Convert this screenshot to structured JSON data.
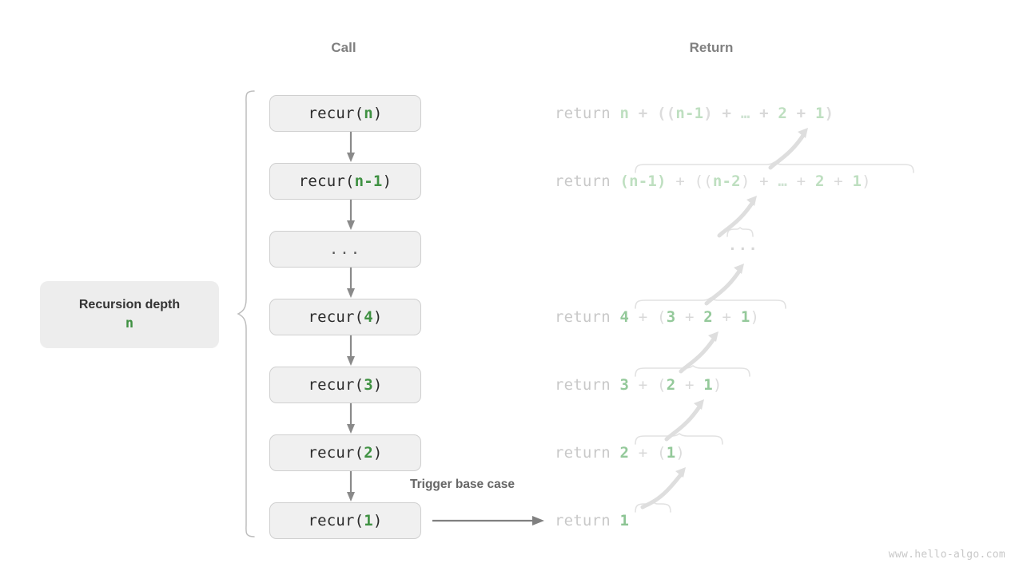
{
  "headers": {
    "call": "Call",
    "return": "Return"
  },
  "call_stack": [
    {
      "name": "recur",
      "arg": "n",
      "label": "recur(n)"
    },
    {
      "name": "recur",
      "arg": "n-1",
      "label": "recur(n-1)"
    },
    {
      "name": "ellipsis",
      "arg": "",
      "label": "..."
    },
    {
      "name": "recur",
      "arg": "4",
      "label": "recur(4)"
    },
    {
      "name": "recur",
      "arg": "3",
      "label": "recur(3)"
    },
    {
      "name": "recur",
      "arg": "2",
      "label": "recur(2)"
    },
    {
      "name": "recur",
      "arg": "1",
      "label": "recur(1)"
    }
  ],
  "returns": [
    {
      "keyword": "return",
      "expr": "n + ((n-1) + … + 2 + 1)",
      "head": "n",
      "tail": "((n-1) + … + 2 + 1)"
    },
    {
      "keyword": "return",
      "expr": "(n-1) + ((n-2) + … + 2 + 1)",
      "head": "(n-1)",
      "tail": "((n-2) + … + 2 + 1)"
    },
    {
      "keyword": "",
      "expr": "...",
      "head": "",
      "tail": ""
    },
    {
      "keyword": "return",
      "expr": "4 + (3 + 2 + 1)",
      "head": "4",
      "tail": "(3 + 2 + 1)"
    },
    {
      "keyword": "return",
      "expr": "3 + (2 + 1)",
      "head": "3",
      "tail": "(2 + 1)"
    },
    {
      "keyword": "return",
      "expr": "2 + (1)",
      "head": "2",
      "tail": "(1)"
    },
    {
      "keyword": "return",
      "expr": "1",
      "head": "1",
      "tail": ""
    }
  ],
  "annotations": {
    "trigger_base_case": "Trigger base case",
    "recursion_depth_title": "Recursion depth",
    "recursion_depth_value": "n"
  },
  "watermark": "www.hello-algo.com",
  "colors": {
    "accent_green": "#3f9142",
    "faded_green": "#bedfc0",
    "box_fill": "#f0f0f0",
    "box_border": "#cfcfcf",
    "arrow_gray": "#8a8a8a",
    "faded_gray": "#dcdcdc",
    "header_gray": "#808080"
  }
}
